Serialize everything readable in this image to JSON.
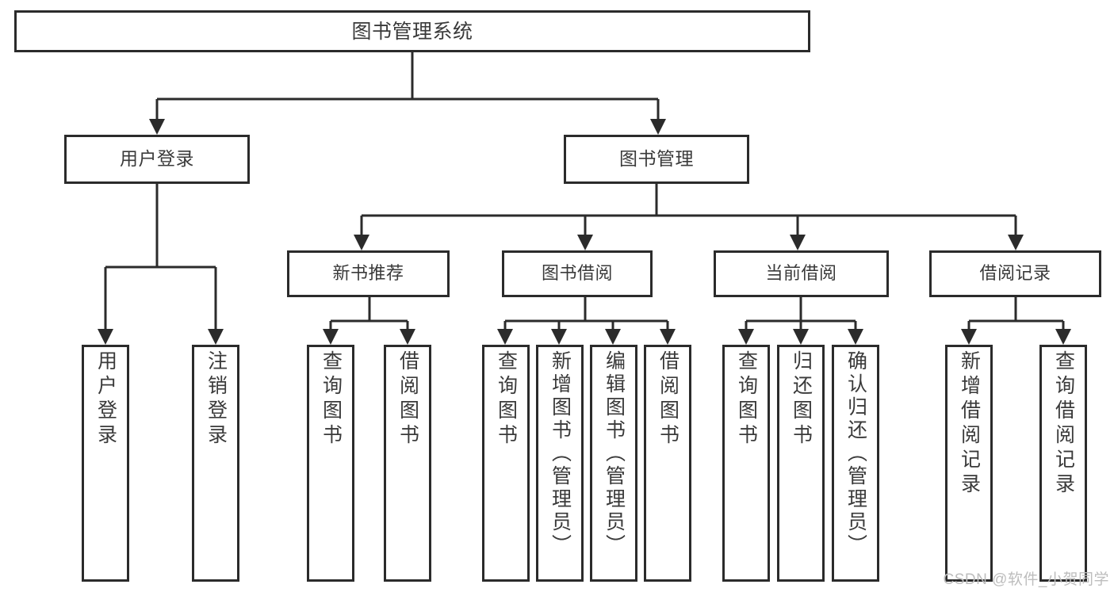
{
  "diagram": {
    "type": "tree-hierarchy",
    "title": "图书管理系统",
    "root": {
      "id": "root",
      "label": "图书管理系统",
      "level": 1
    },
    "level2": [
      {
        "id": "user-login",
        "label": "用户登录"
      },
      {
        "id": "book-management",
        "label": "图书管理"
      }
    ],
    "level3": [
      {
        "id": "new-book-recommend",
        "label": "新书推荐",
        "parent": "book-management"
      },
      {
        "id": "book-borrow",
        "label": "图书借阅",
        "parent": "book-management"
      },
      {
        "id": "current-borrow",
        "label": "当前借阅",
        "parent": "book-management"
      },
      {
        "id": "borrow-record",
        "label": "借阅记录",
        "parent": "book-management"
      }
    ],
    "leaves": [
      {
        "id": "leaf-user-login",
        "label": "用户登录",
        "parent": "user-login"
      },
      {
        "id": "leaf-logout-login",
        "label": "注销登录",
        "parent": "user-login"
      },
      {
        "id": "leaf-query-book-1",
        "label": "查询图书",
        "parent": "new-book-recommend"
      },
      {
        "id": "leaf-borrow-book-1",
        "label": "借阅图书",
        "parent": "new-book-recommend"
      },
      {
        "id": "leaf-query-book-2",
        "label": "查询图书",
        "parent": "book-borrow"
      },
      {
        "id": "leaf-add-book",
        "label": "新增图书（管理员）",
        "parent": "book-borrow"
      },
      {
        "id": "leaf-edit-book",
        "label": "编辑图书（管理员）",
        "parent": "book-borrow"
      },
      {
        "id": "leaf-borrow-book-2",
        "label": "借阅图书",
        "parent": "book-borrow"
      },
      {
        "id": "leaf-query-book-3",
        "label": "查询图书",
        "parent": "current-borrow"
      },
      {
        "id": "leaf-return-book",
        "label": "归还图书",
        "parent": "current-borrow"
      },
      {
        "id": "leaf-confirm-return",
        "label": "确认归还（管理员）",
        "parent": "current-borrow"
      },
      {
        "id": "leaf-add-borrow-record",
        "label": "新增借阅记录",
        "parent": "borrow-record"
      },
      {
        "id": "leaf-query-borrow-record",
        "label": "查询借阅记录",
        "parent": "borrow-record"
      }
    ],
    "colors": {
      "stroke": "#2b2b2b",
      "text": "#3a3a3a",
      "background": "#ffffff",
      "watermark": "#bdbdbd"
    }
  },
  "watermark": {
    "text": "CSDN @软件_小贺同学"
  }
}
